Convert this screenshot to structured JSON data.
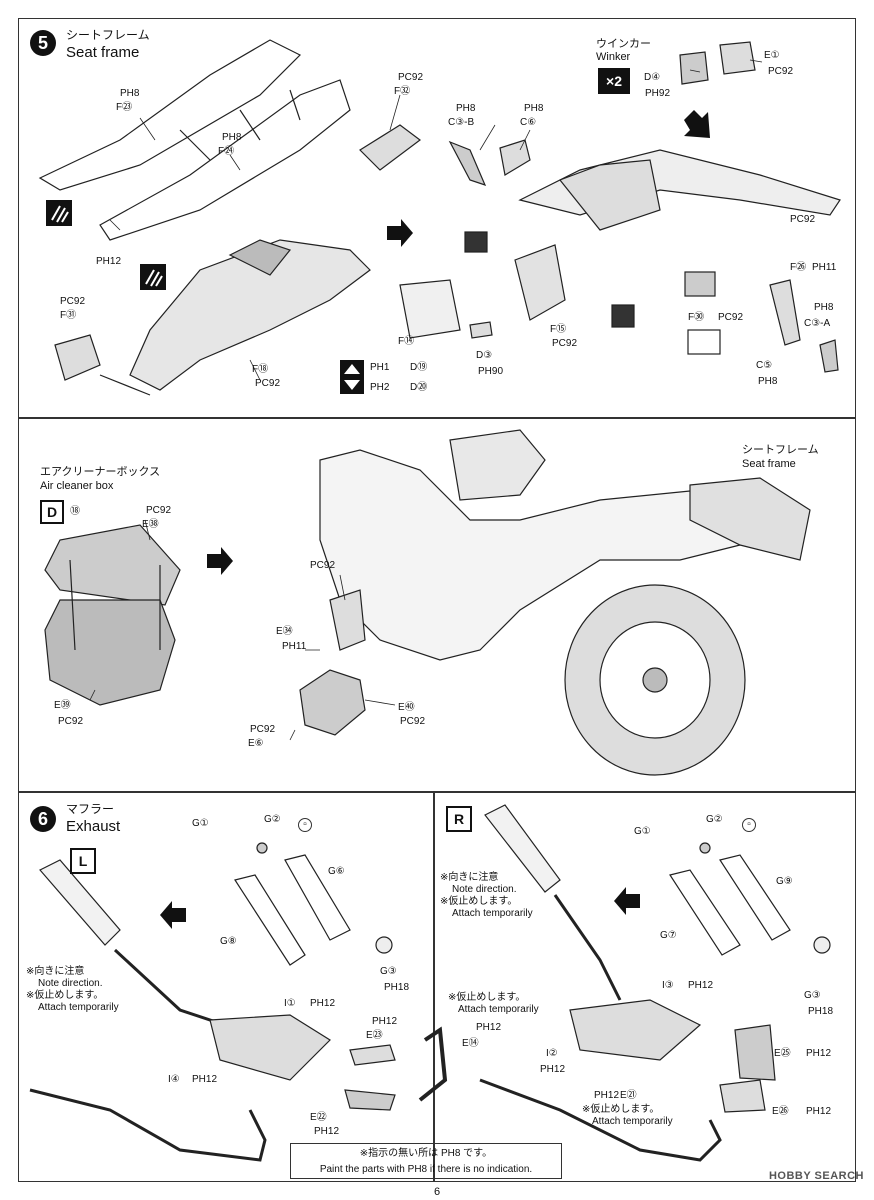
{
  "step5": {
    "number": "5",
    "title_jp": "シートフレーム",
    "title_en": "Seat frame",
    "winker_jp": "ウインカー",
    "winker_en": "Winker",
    "multiplier": "×2",
    "parts": {
      "e1": "E①",
      "pc92_e1": "PC92",
      "d4": "D④",
      "ph92_d4": "PH92",
      "ph8_a": "PH8",
      "f23": "F㉓",
      "ph8_b": "PH8",
      "f24": "F㉔",
      "pc92_f32": "PC92",
      "f32": "F㉜",
      "ph12_a": "PH12",
      "pc92_f31": "PC92",
      "f31": "F㉛",
      "f18": "F⑱",
      "pc92_f18": "PC92",
      "ph8_c3b": "PH8",
      "c3b": "C③-B",
      "ph8_c6": "PH8",
      "c6": "C⑥",
      "pc92_r": "PC92",
      "f26": "F㉖",
      "ph11_f26": "PH11",
      "f14": "F⑭",
      "f15": "F⑮",
      "pc92_f15": "PC92",
      "d3": "D③",
      "ph90_d3": "PH90",
      "f30": "F㉚",
      "pc92_f30": "PC92",
      "ph8_c3a": "PH8",
      "c3a": "C③-A",
      "c5": "C⑤",
      "ph8_c5": "PH8",
      "ph1": "PH1",
      "d19": "D⑲",
      "ph2": "PH2",
      "d20": "D⑳"
    }
  },
  "middle": {
    "aircleaner_jp": "エアクリーナーボックス",
    "aircleaner_en": "Air cleaner box",
    "box_d": "D",
    "seatframe_jp": "シートフレーム",
    "seatframe_en": "Seat frame",
    "parts": {
      "d18": "⑱",
      "pc92_e38": "PC92",
      "e38": "E㊳",
      "e39": "E㊴",
      "pc92_e39": "PC92",
      "pc92_a": "PC92",
      "e34": "E㉞",
      "ph11_e34": "PH11",
      "e40": "E㊵",
      "pc92_e40": "PC92",
      "pc92_e6": "PC92",
      "e6": "E⑥"
    }
  },
  "step6": {
    "number": "6",
    "title_jp": "マフラー",
    "title_en": "Exhaust",
    "left_box": "L",
    "right_box": "R",
    "left": {
      "g1": "G①",
      "g2": "G②",
      "g6": "G⑥",
      "g8": "G⑧",
      "g3": "G③",
      "ph18_g3": "PH18",
      "i1": "I①",
      "ph12_i1": "PH12",
      "i4": "I④",
      "ph12_i4": "PH12",
      "ph12_e23": "PH12",
      "e23": "E㉓",
      "ph12_e14": "PH12",
      "e14": "E⑭",
      "e22": "E㉒",
      "ph12_e22": "PH12",
      "note1_jp": "※向きに注意",
      "note1_en": "Note direction.",
      "note2_jp": "※仮止めします。",
      "note2_en": "Attach temporarily",
      "note3_jp": "※仮止めします。",
      "note3_en": "Attach temporarily"
    },
    "right": {
      "g1": "G①",
      "g2": "G②",
      "g9": "G⑨",
      "g7": "G⑦",
      "g3": "G③",
      "ph18_g3": "PH18",
      "i3": "I③",
      "ph12_i3": "PH12",
      "i2": "I②",
      "ph12_i2": "PH12",
      "e25": "E㉕",
      "ph12_e25": "PH12",
      "ph12_e21": "PH12",
      "e21": "E㉑",
      "e26": "E㉖",
      "ph12_e26": "PH12",
      "note1_jp": "※向きに注意",
      "note1_en": "Note direction.",
      "note2_jp": "※仮止めします。",
      "note2_en": "Attach temporarily",
      "note3_jp": "※仮止めします。",
      "note3_en": "Attach temporarily"
    }
  },
  "footnote": {
    "jp": "※指示の無い所は PH8 です。",
    "en": "Paint the parts with PH8 if there is no indication."
  },
  "page_number": "6",
  "watermark": "HOBBY SEARCH"
}
